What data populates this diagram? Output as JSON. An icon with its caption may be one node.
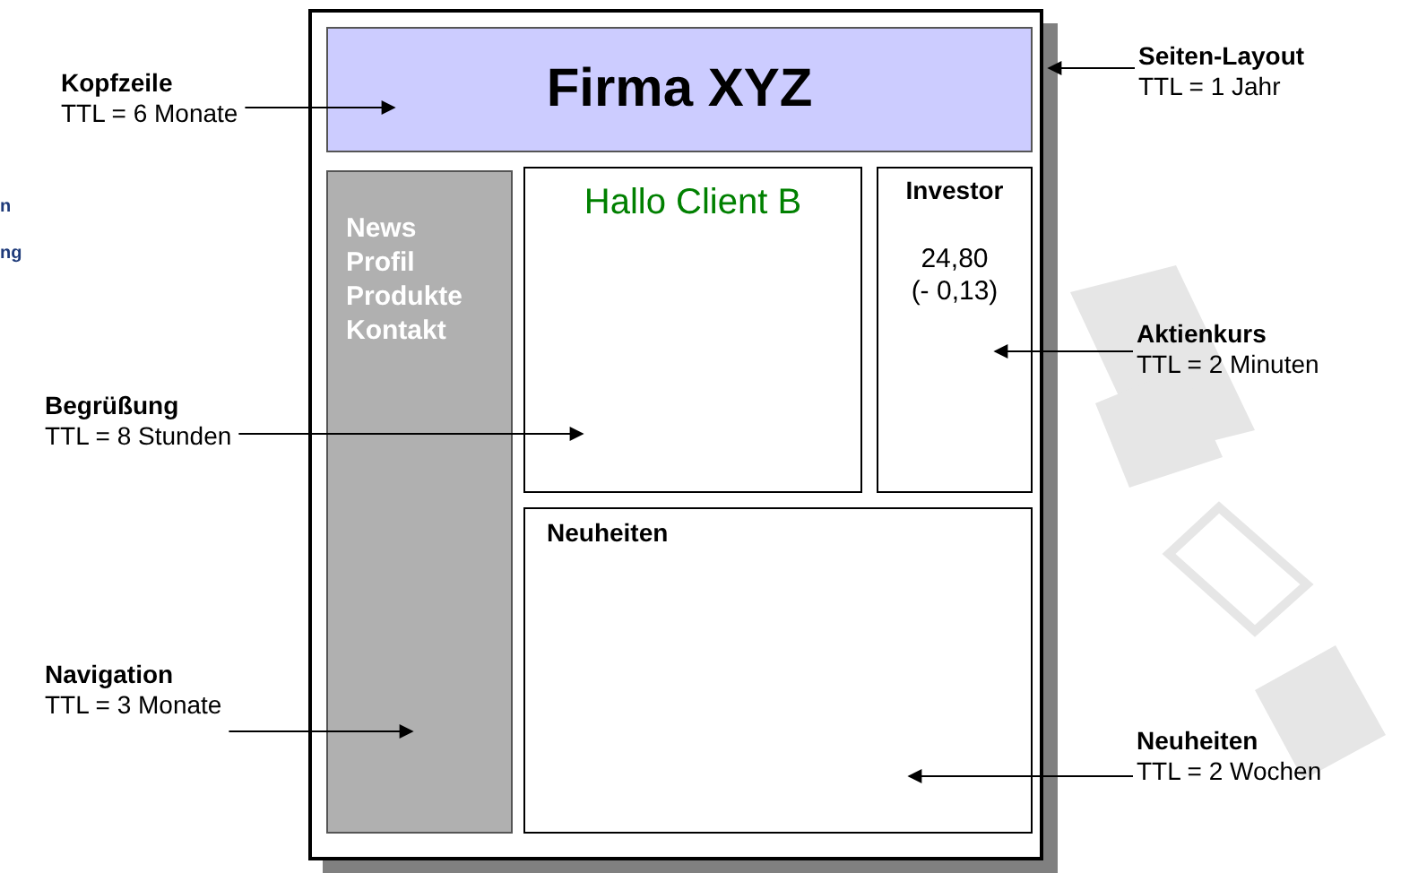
{
  "diagram": {
    "nodes": [
      {
        "text": [],
        "shape": "box"
      },
      {
        "text": [
          "Firma XYZ"
        ],
        "in": 0
      },
      {
        "text": [
          "News",
          "Profil",
          "Produkte",
          "Kontakt"
        ],
        "in": 0
      },
      {
        "text": [
          "Hallo Client B"
        ],
        "in": 0
      },
      {
        "text": [
          "Investor",
          "24,80",
          "(- 0,13)"
        ],
        "in": 0
      },
      {
        "text": [
          "Neuheiten"
        ],
        "in": 0
      },
      {
        "text": [
          "Kopfzeile",
          "TTL = 6 Monate"
        ]
      },
      {
        "text": [
          "Seiten-Layout",
          "TTL = 1 Jahr"
        ]
      },
      {
        "text": [
          "Begrüßung",
          "TTL = 8 Stunden"
        ]
      },
      {
        "text": [
          "Aktienkurs",
          "TTL = 2 Minuten"
        ]
      },
      {
        "text": [
          "Navigation",
          "TTL = 3 Monate"
        ]
      },
      {
        "text": [
          "Neuheiten",
          "TTL = 2 Wochen"
        ]
      }
    ],
    "edges": [
      {
        "from": 6,
        "to": 1,
        "arrow": "to"
      },
      {
        "from": 7,
        "to": 0,
        "arrow": "to"
      },
      {
        "from": 8,
        "to": 3,
        "arrow": "to"
      },
      {
        "from": 9,
        "to": 4,
        "arrow": "to"
      },
      {
        "from": 10,
        "to": 2,
        "arrow": "to"
      },
      {
        "from": 11,
        "to": 5,
        "arrow": "to"
      }
    ],
    "labels": [
      "n",
      "ng"
    ]
  }
}
